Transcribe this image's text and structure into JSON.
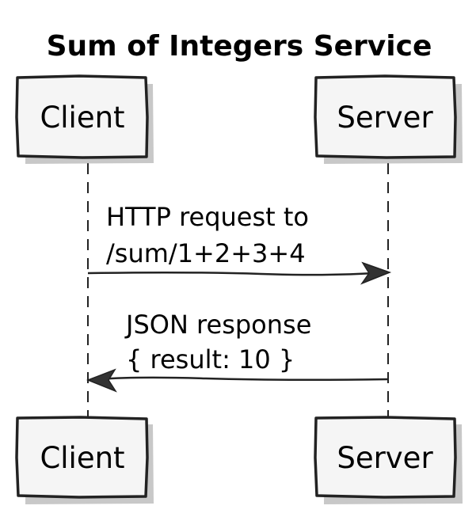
{
  "title": "Sum of Integers Service",
  "participants": {
    "client": {
      "label": "Client"
    },
    "server": {
      "label": "Server"
    }
  },
  "messages": [
    {
      "from": "Client",
      "to": "Server",
      "lines": [
        "HTTP request to",
        "/sum/1+2+3+4"
      ]
    },
    {
      "from": "Server",
      "to": "Client",
      "lines": [
        "JSON response",
        "{ result: 10 }"
      ]
    }
  ],
  "colors": {
    "box_fill": "#f5f5f5",
    "stroke": "#222222",
    "background": "#ffffff"
  }
}
